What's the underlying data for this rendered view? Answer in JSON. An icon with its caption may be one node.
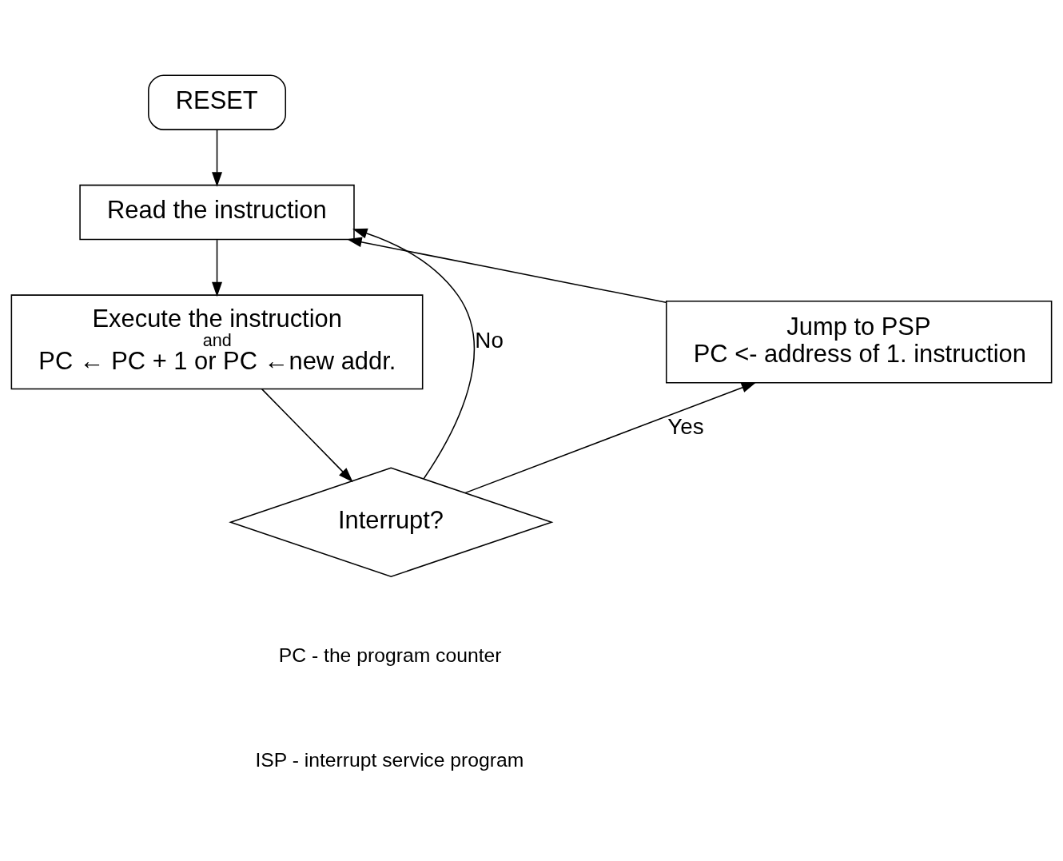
{
  "diagram": {
    "nodes": [
      {
        "text": [
          "RESET"
        ]
      },
      {
        "text": [
          "Read the instruction"
        ]
      },
      {
        "text": [
          "Execute the instruction",
          "and",
          "PC ← PC + 1 or PC ←new addr."
        ]
      },
      {
        "text": [
          "Interrupt?"
        ]
      },
      {
        "text": [
          "Jump to PSP",
          "PC <- address of 1. instruction"
        ]
      }
    ],
    "edges": [
      {
        "from": 0,
        "to": 1,
        "arrow": "to"
      },
      {
        "from": 1,
        "to": 2,
        "arrow": "to"
      },
      {
        "from": 2,
        "to": 3,
        "arrow": "to"
      },
      {
        "from": 3,
        "to": 4,
        "arrow": "to",
        "label": "Yes"
      },
      {
        "from": 4,
        "to": 1,
        "arrow": "to"
      },
      {
        "from": 3,
        "to": 1,
        "arrow": "to",
        "label": "No"
      }
    ],
    "labels": [
      "PC - the program counter",
      "ISP - interrupt service program"
    ]
  }
}
